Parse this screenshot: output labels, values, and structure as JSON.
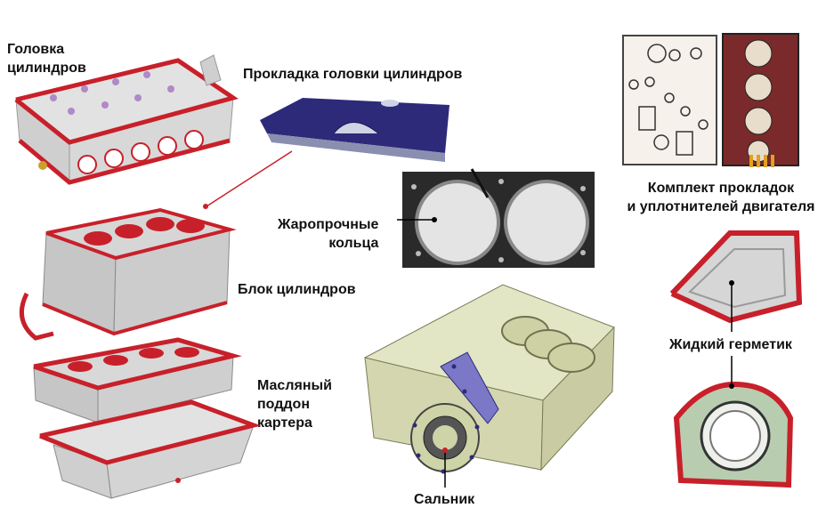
{
  "labels": {
    "cylinder_head": "Головка\nцилиндров",
    "head_gasket": "Прокладка головки цилиндров",
    "heat_rings": "Жаропрочные\nкольца",
    "gasket_kit": "Комплект прокладок\nи уплотнителей двигателя",
    "cylinder_block": "Блок цилиндров",
    "oil_pan": "Масляный\nподдон\nкартера",
    "liquid_sealant": "Жидкий герметик",
    "oil_seal": "Сальник"
  },
  "colors": {
    "seal_red": "#c8202a",
    "gasket_blue": "#2d2a7a",
    "block_green": "#d9dcb2",
    "aluminum": "#dcdcdc",
    "seal_green": "#b8cdb0",
    "leader_line": "#000000"
  }
}
